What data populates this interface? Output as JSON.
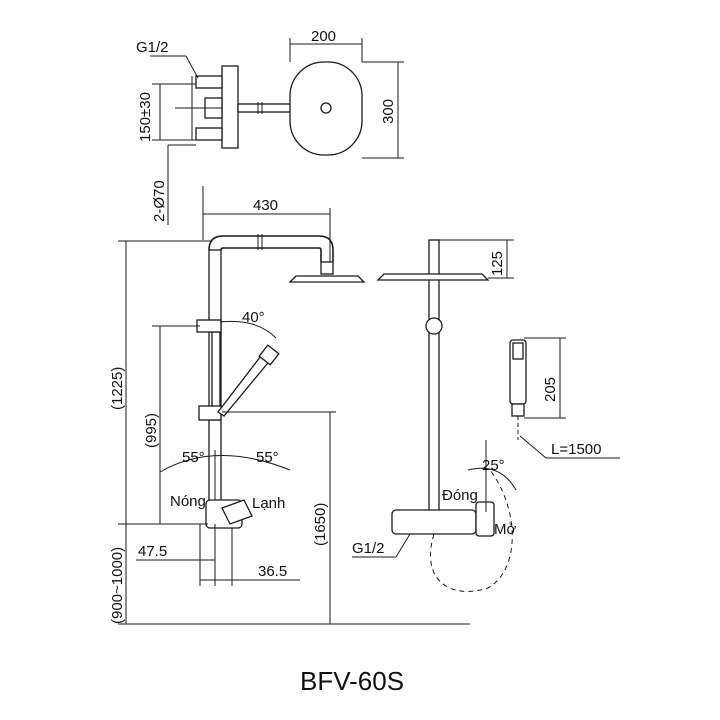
{
  "title": "BFV-60S",
  "top_view": {
    "thread_label": "G1/2",
    "outlet_spacing": "150±30",
    "flange_label": "2-Ø70",
    "head_width": "200",
    "head_height": "300"
  },
  "front_view": {
    "arm_reach": "430",
    "overall_height": "(1225)",
    "rail_height": "(995)",
    "outlet_height": "(1650)",
    "install_height": "(900~1000)",
    "handshower_angle": "40°",
    "lever_angle_left": "55°",
    "lever_angle_right": "55°",
    "hot_label": "Nóng",
    "cold_label": "Lạnh",
    "offset_left": "47.5",
    "offset_right": "36.5"
  },
  "side_view": {
    "head_depth": "125",
    "thread_label": "G1/2",
    "lever_angle": "25°",
    "close_label": "Đóng",
    "open_label": "Mở"
  },
  "hand_shower": {
    "length": "205",
    "hose_length": "L=1500"
  }
}
